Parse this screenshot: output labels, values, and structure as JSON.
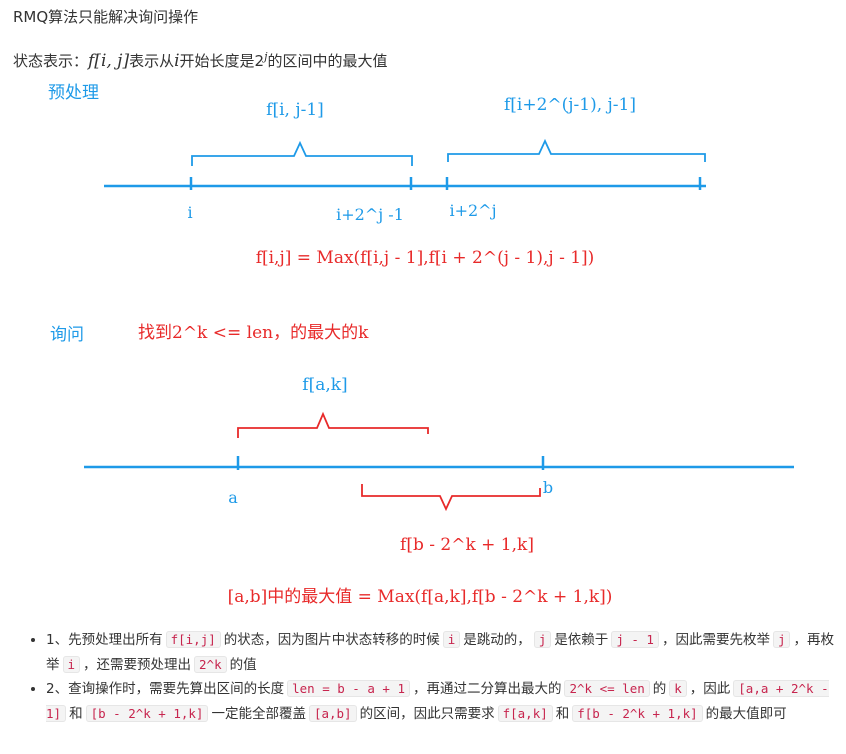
{
  "title": "RMQ算法只能解决询问操作",
  "state": {
    "prefix": "状态表示：",
    "f": "f[i, j]",
    "mid1": "表示从",
    "i": "i",
    "mid2": "开始长度是2",
    "sup": "j",
    "suffix": "的区间中的最大值"
  },
  "diagram": {
    "pre_label": "预处理",
    "left_interval": "f[i, j-1]",
    "right_interval": "f[i+2^(j-1), j-1]",
    "tick_i": "i",
    "tick_end": "i+2^j -1",
    "tick_next": "i+2^j",
    "formula1": "f[i,j] = Max(f[i,j - 1],f[i + 2^(j - 1),j - 1])",
    "query_label": "询问",
    "query_note": "找到2^k <= len，的最大的k",
    "top_interval": "f[a,k]",
    "tick_a": "a",
    "tick_b": "b",
    "bottom_interval": "f[b - 2^k + 1,k]",
    "formula2": "[a,b]中的最大值 = Max(f[a,k],f[b - 2^k + 1,k])"
  },
  "bullets": [
    {
      "t1": "1、先预处理出所有",
      "c1": "f[i,j]",
      "t2": "的状态，因为图片中状态转移的时候",
      "c2": "i",
      "t3": "是跳动的，",
      "c3": "j",
      "t4": "是依赖于",
      "c4": "j - 1",
      "t5": "，因此需要先枚举",
      "c5": "j",
      "t6": "，再枚举",
      "c6": "i",
      "t7": "，还需要预处理出",
      "c7": "2^k",
      "t8": "的值"
    },
    {
      "t1": "2、查询操作时，需要先算出区间的长度",
      "c1": "len = b - a + 1",
      "t2": "，再通过二分算出最大的",
      "c2": "2^k <= len",
      "t3": "的",
      "c3": "k",
      "t4": "，因此",
      "c4": "[a,a + 2^k - 1]",
      "t5": "和",
      "c5": "[b - 2^k + 1,k]",
      "t6": "一定能全部覆盖",
      "c6": "[a,b]",
      "t7": "的区间，因此只需要求",
      "c7": "f[a,k]",
      "t8": "和",
      "c8": "f[b - 2^k + 1,k]",
      "t9": "的最大值即可"
    }
  ]
}
